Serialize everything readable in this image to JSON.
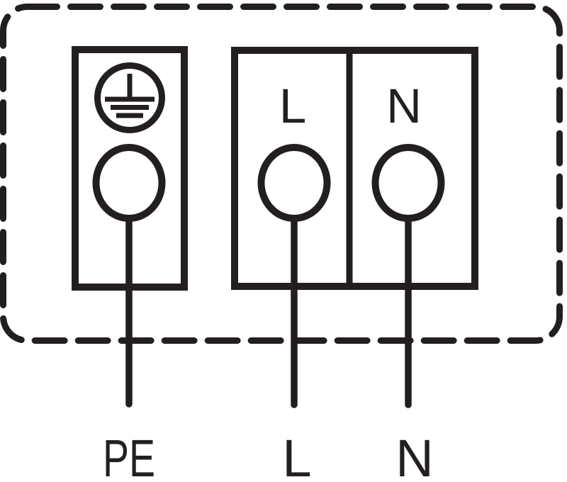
{
  "diagram": {
    "colors": {
      "line": "#231F20",
      "background": "#FFFFFF"
    },
    "pe_terminal_block": {
      "symbol_icon": "protective-earth-icon"
    },
    "ln_terminal_block": {
      "cells": [
        {
          "label": "L"
        },
        {
          "label": "N"
        }
      ]
    },
    "wire_labels": {
      "pe": "PE",
      "l": "L",
      "n": "N"
    }
  }
}
